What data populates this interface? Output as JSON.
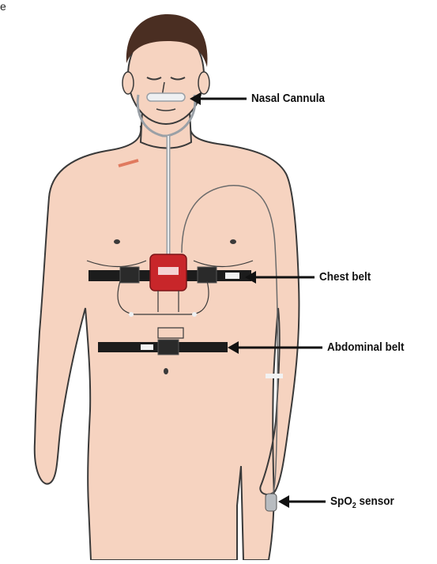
{
  "corner_text": "e",
  "labels": {
    "nasal_cannula": "Nasal Cannula",
    "chest_belt": "Chest belt",
    "abdominal_belt": "Abdominal belt",
    "spo2_prefix": "SpO",
    "spo2_subscript": "2",
    "spo2_suffix": " sensor"
  },
  "colors": {
    "skin": "#f6d3c0",
    "outline": "#3a3a3a",
    "hair": "#4a2e22",
    "belt": "#1c1c1c",
    "device": "#c8262a"
  },
  "icons": [
    "arrow-left-icon"
  ]
}
